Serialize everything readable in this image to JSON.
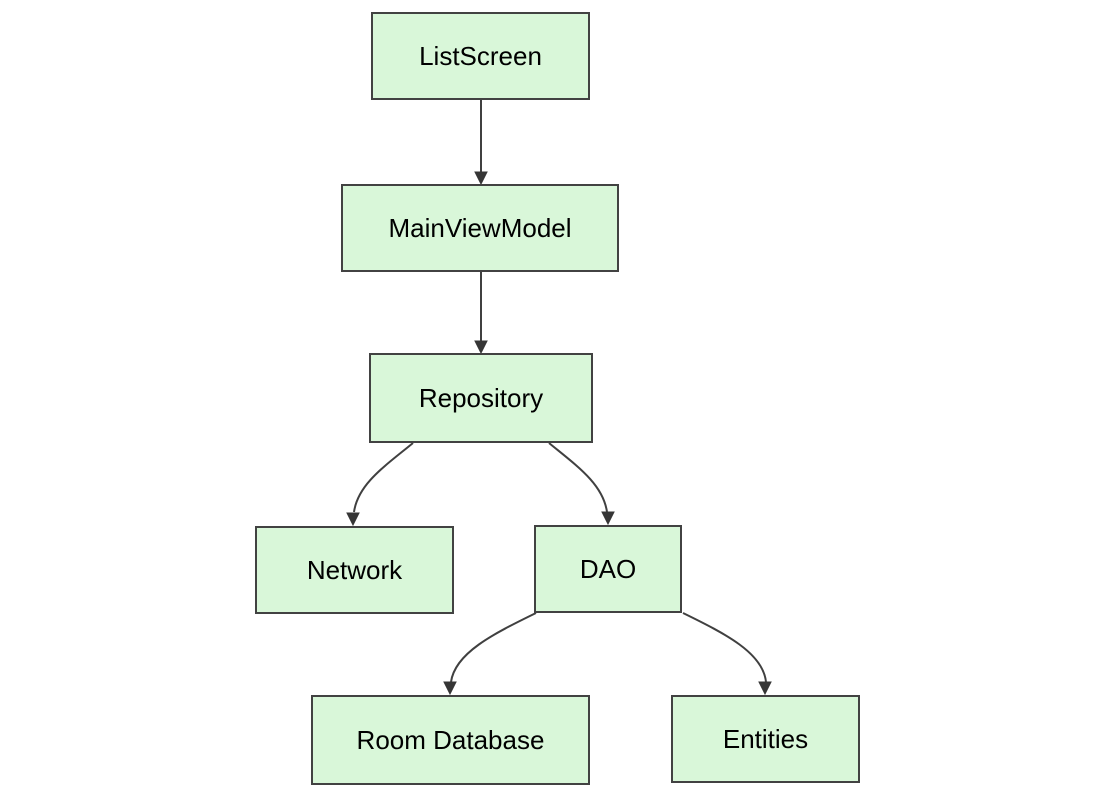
{
  "diagram": {
    "type": "flowchart",
    "direction": "top-down",
    "nodes": [
      {
        "id": "ListScreen",
        "label": "ListScreen"
      },
      {
        "id": "MainViewModel",
        "label": "MainViewModel"
      },
      {
        "id": "Repository",
        "label": "Repository"
      },
      {
        "id": "Network",
        "label": "Network"
      },
      {
        "id": "DAO",
        "label": "DAO"
      },
      {
        "id": "RoomDatabase",
        "label": "Room Database"
      },
      {
        "id": "Entities",
        "label": "Entities"
      }
    ],
    "edges": [
      {
        "from": "ListScreen",
        "to": "MainViewModel"
      },
      {
        "from": "MainViewModel",
        "to": "Repository"
      },
      {
        "from": "Repository",
        "to": "Network"
      },
      {
        "from": "Repository",
        "to": "DAO"
      },
      {
        "from": "DAO",
        "to": "Room Database"
      },
      {
        "from": "DAO",
        "to": "Entities"
      }
    ],
    "colors": {
      "node_fill": "#d9f7d9",
      "node_border": "#424242",
      "edge_line": "#404040",
      "arrowhead": "#363636",
      "text": "#000000",
      "background": "#ffffff"
    }
  }
}
